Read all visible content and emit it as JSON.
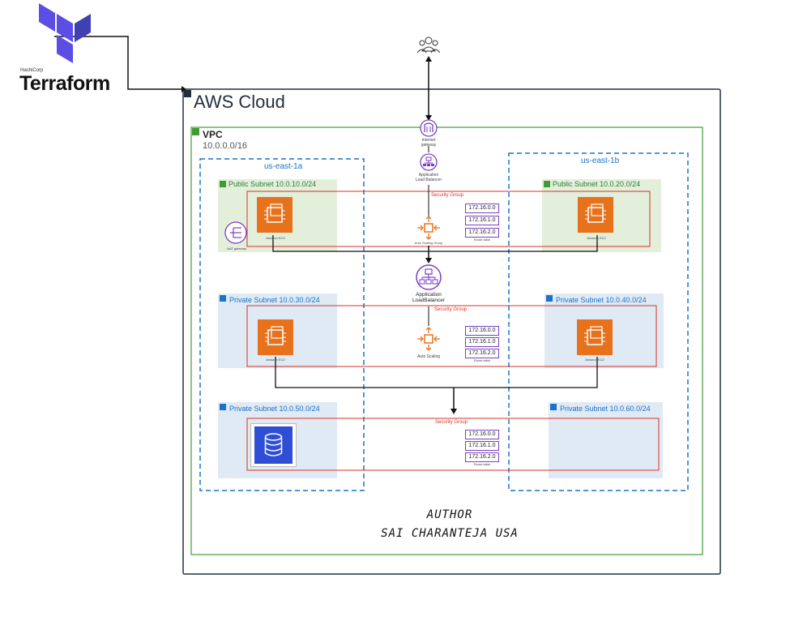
{
  "terraform": {
    "vendor": "HashiCorp",
    "name": "Terraform"
  },
  "aws_cloud": {
    "title": "AWS Cloud"
  },
  "vpc": {
    "title": "VPC",
    "cidr": "10.0.0.0/16"
  },
  "azs": [
    {
      "label": "us-east-1a"
    },
    {
      "label": "us-east-1b"
    }
  ],
  "subnets": {
    "pub_a": "Public Subnet 10.0.10.0/24",
    "pub_b": "Public Subnet 10.0.20.0/24",
    "priv_a": "Private Subnet 10.0.30.0/24",
    "priv_b": "Private Subnet 10.0.40.0/24",
    "db_a": "Private Subnet 10.0.50.0/24",
    "db_b": "Private Subnet 10.0.60.0/24"
  },
  "security_group_label": "Security Group",
  "internet_gateway": {
    "label_line1": "Internet",
    "label_line2": "gateway"
  },
  "alb_top": {
    "label_line1": "Application",
    "label_line2": "Load Balancer"
  },
  "alb_mid": {
    "label_line1": "Application",
    "label_line2": "LoadBalancer"
  },
  "asg_top": {
    "label": "Auto Scaling Group"
  },
  "asg_mid": {
    "label": "Auto Scaling"
  },
  "nat_gateway": {
    "label": "NAT gateway"
  },
  "ec2_label": "Amazon EC2",
  "route_table": {
    "label": "Route table",
    "entries": [
      "172.16.0.0",
      "172.16.1.0",
      "172.16.2.0"
    ]
  },
  "author": {
    "line1": "AUTHOR",
    "line2": "SAI CHARANTEJA USA"
  },
  "colors": {
    "terraform_purple": "#5c4ee5",
    "aws_border": "#232f3e",
    "vpc_border": "#3f9c35",
    "az_border": "#1a73c8",
    "public_fill": "#e3efdb",
    "private_fill": "#dfeaf4",
    "security_group": "#d93025",
    "ec2_orange": "#e8721c",
    "db_blue": "#2e4ed6",
    "service_purple": "#7b3fc4"
  }
}
